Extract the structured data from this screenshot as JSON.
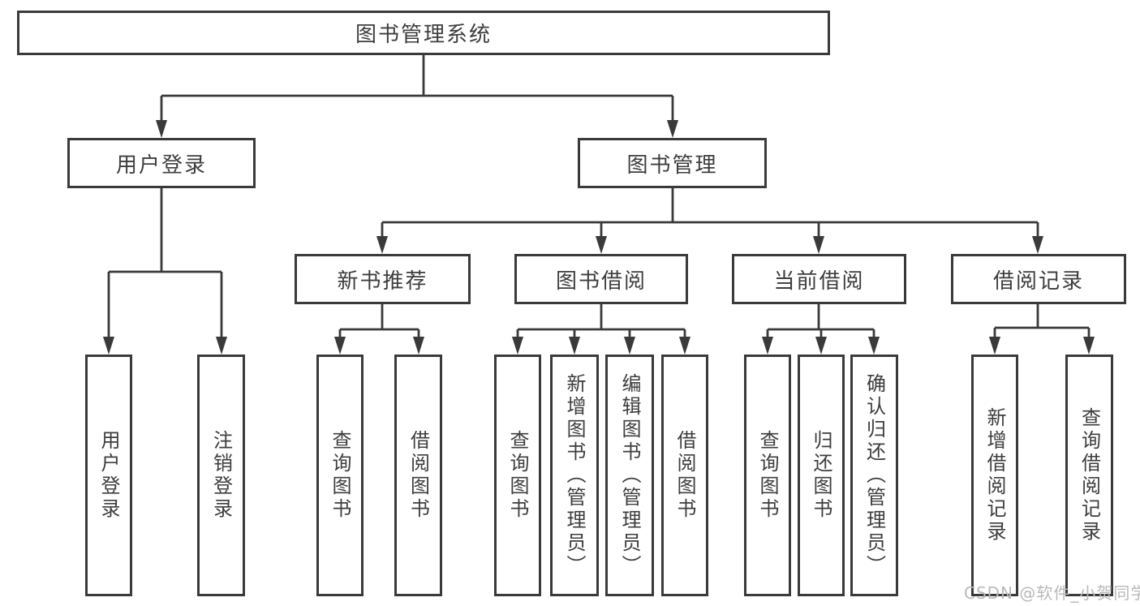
{
  "tree": {
    "root": {
      "label": "图书管理系统"
    },
    "user_login": {
      "label": "用户登录",
      "children": {
        "login": "用户登录",
        "logout": "注销登录"
      }
    },
    "book_mgmt": {
      "label": "图书管理",
      "new_book_rec": {
        "label": "新书推荐",
        "children": {
          "query_books": "查询图书",
          "borrow_books": "借阅图书"
        }
      },
      "book_borrow": {
        "label": "图书借阅",
        "children": {
          "query_books": "查询图书",
          "add_books": "新增图书（管理员）",
          "edit_books": "编辑图书（管理员）",
          "borrow_books": "借阅图书"
        }
      },
      "current_borrow": {
        "label": "当前借阅",
        "children": {
          "query_books": "查询图书",
          "return_books": "归还图书",
          "confirm_return": "确认归还（管理员）"
        }
      },
      "borrow_records": {
        "label": "借阅记录",
        "children": {
          "add_record": "新增借阅记录",
          "query_record": "查询借阅记录"
        }
      }
    }
  },
  "watermark": "CSDN @软件_小贺同学",
  "colors": {
    "line": "#3a3a3a",
    "text": "#3d3d3d",
    "watermark": "#b9b9b9",
    "background": "#ffffff"
  }
}
